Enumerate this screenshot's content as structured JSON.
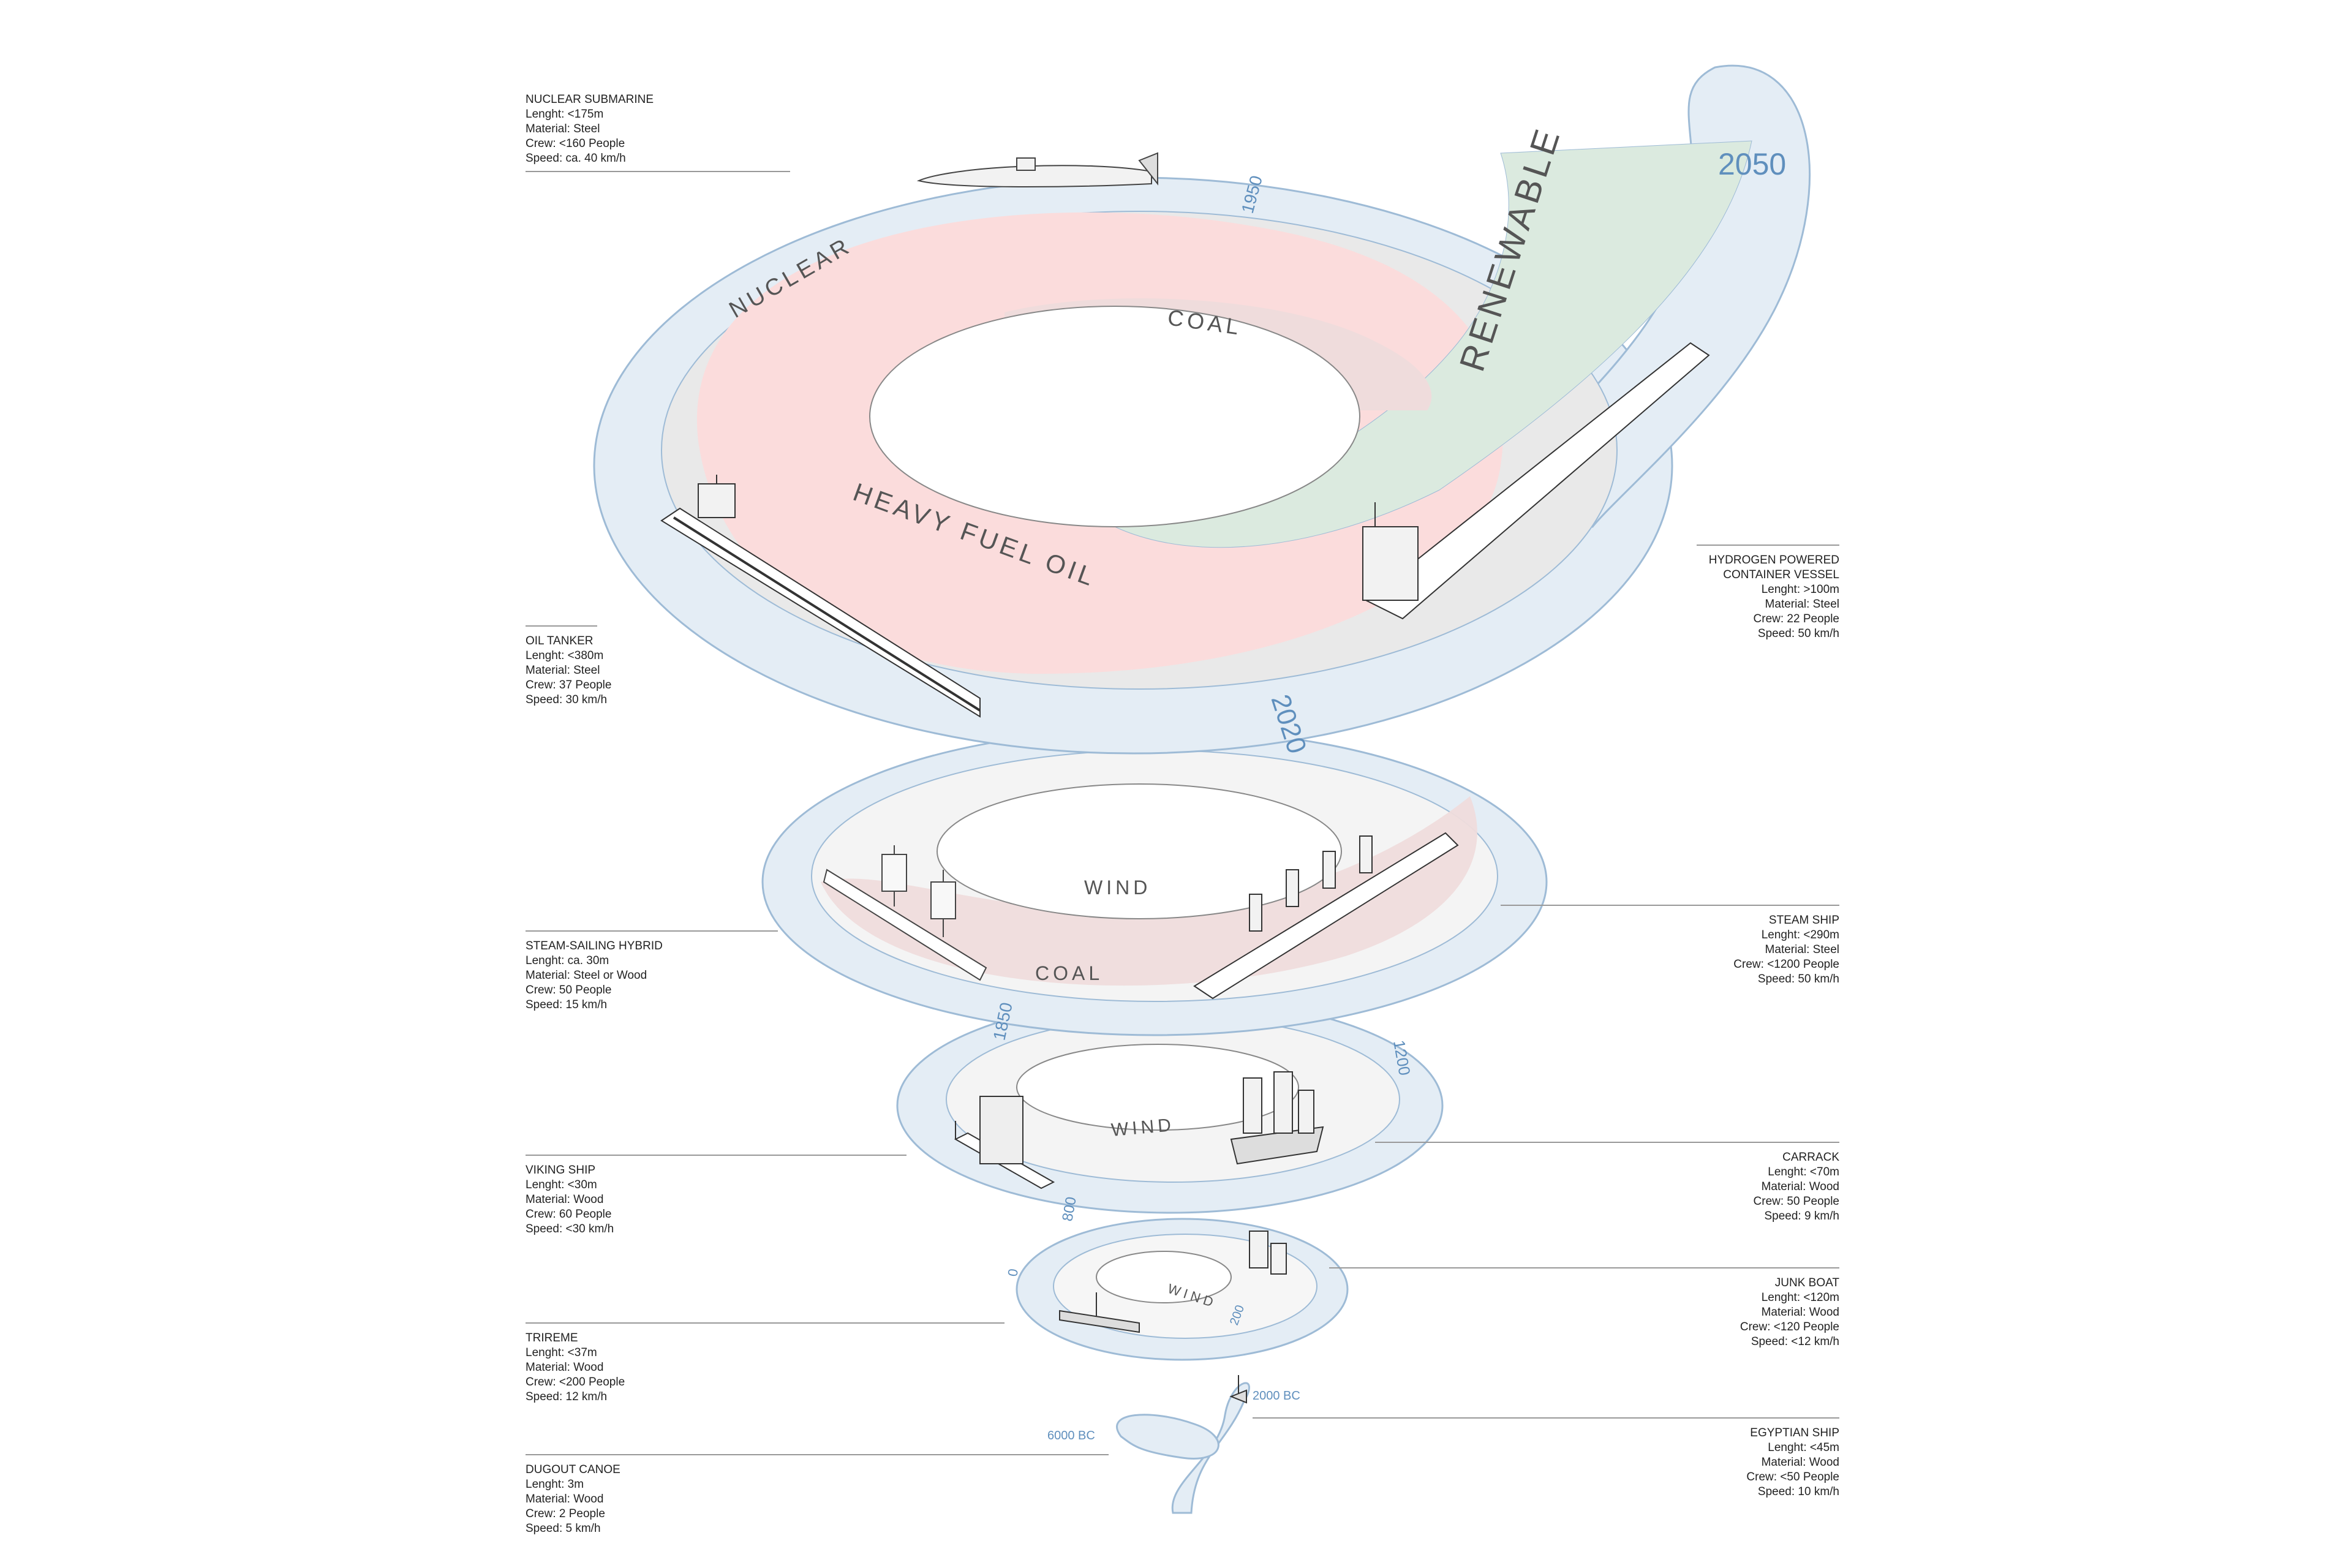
{
  "energy_labels": {
    "nuclear": "NUCLEAR",
    "coal_top": "COAL",
    "renewable": "RENEWABLE",
    "heavy_fuel_oil": "HEAVY FUEL OIL",
    "wind_mid": "WIND",
    "coal_mid": "COAL",
    "wind_low": "WIND",
    "wind_small": "WIND"
  },
  "years": {
    "y2050": "2050",
    "y1950": "1950",
    "y2020": "2020",
    "y1850": "1850",
    "y1200": "1200",
    "y800": "800",
    "y0": "0",
    "y200": "200",
    "y2000bc": "2000 BC",
    "y6000bc": "6000 BC"
  },
  "ships": [
    {
      "id": "nuclear-submarine",
      "name": "NUCLEAR  SUBMARINE",
      "length": "Lenght: <175m",
      "material": "Material: Steel",
      "crew": "Crew: <160 People",
      "speed": "Speed: ca. 40 km/h"
    },
    {
      "id": "oil-tanker",
      "name": "OIL TANKER",
      "length": "Lenght: <380m",
      "material": "Material: Steel",
      "crew": "Crew: 37 People",
      "speed": "Speed: 30 km/h"
    },
    {
      "id": "steam-sailing-hybrid",
      "name": "STEAM-SAILING HYBRID",
      "length": "Lenght: ca. 30m",
      "material": "Material: Steel or Wood",
      "crew": "Crew: 50 People",
      "speed": "Speed: 15 km/h"
    },
    {
      "id": "viking-ship",
      "name": "VIKING SHIP",
      "length": "Lenght: <30m",
      "material": "Material: Wood",
      "crew": "Crew: 60 People",
      "speed": "Speed: <30 km/h"
    },
    {
      "id": "trireme",
      "name": "TRIREME",
      "length": "Lenght: <37m",
      "material": "Material: Wood",
      "crew": "Crew: <200 People",
      "speed": "Speed: 12 km/h"
    },
    {
      "id": "dugout-canoe",
      "name": "DUGOUT CANOE",
      "length": "Lenght: 3m",
      "material": "Material: Wood",
      "crew": "Crew: 2 People",
      "speed": "Speed: 5 km/h"
    },
    {
      "id": "hydrogen-container-vessel",
      "name": "HYDROGEN  POWERED",
      "name2": "CONTAINER VESSEL",
      "length": "Lenght: >100m",
      "material": "Material: Steel",
      "crew": "Crew: 22 People",
      "speed": "Speed: 50 km/h"
    },
    {
      "id": "steam-ship",
      "name": "STEAM SHIP",
      "length": "Lenght: <290m",
      "material": "Material: Steel",
      "crew": "Crew: <1200 People",
      "speed": "Speed: 50 km/h"
    },
    {
      "id": "carrack",
      "name": "CARRACK",
      "length": "Lenght: <70m",
      "material": "Material: Wood",
      "crew": "Crew: 50 People",
      "speed": "Speed: 9 km/h"
    },
    {
      "id": "junk-boat",
      "name": "JUNK BOAT",
      "length": "Lenght: <120m",
      "material": "Material: Wood",
      "crew": "Crew: <120 People",
      "speed": "Speed: <12 km/h"
    },
    {
      "id": "egyptian-ship",
      "name": "EGYPTIAN SHIP",
      "length": "Lenght: <45m",
      "material": "Material: Wood",
      "crew": "Crew: <50 People",
      "speed": "Speed: 10 km/h"
    }
  ],
  "colors": {
    "water": "#e4edf5",
    "water_edge": "#9ebbd6",
    "oil": "#fbdcdc",
    "coal": "#efdcdc",
    "nuclear": "#e9e9e9",
    "wind": "#f4f4f4",
    "renewable": "#dbeadf",
    "year_text": "#5f8fbd"
  }
}
